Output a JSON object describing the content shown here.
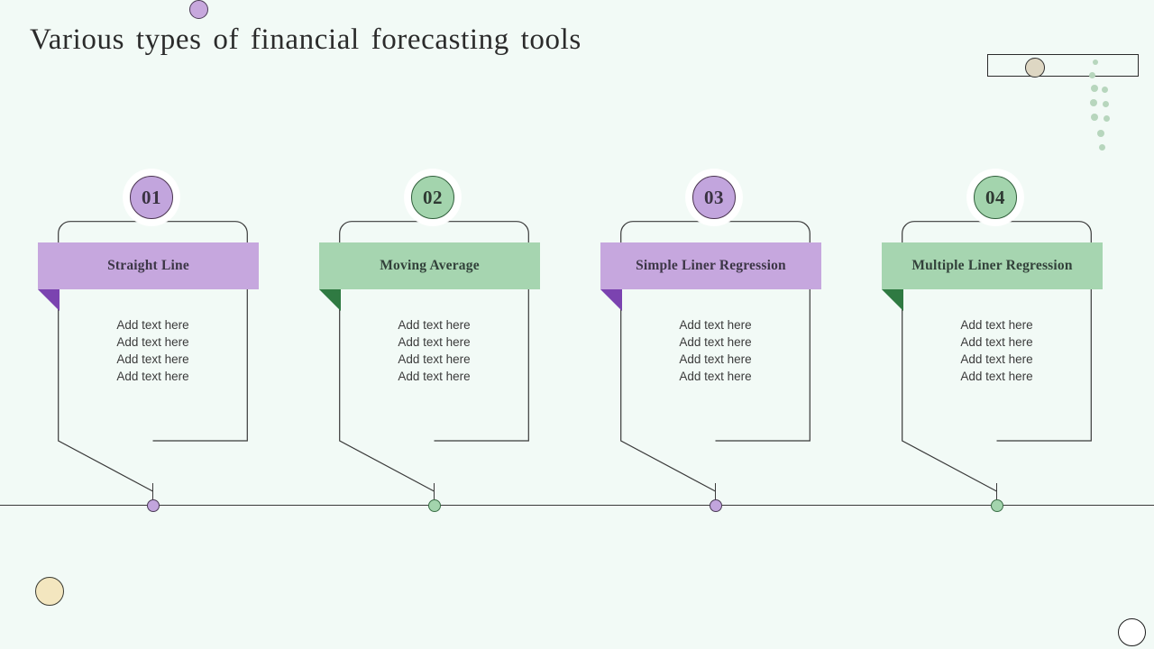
{
  "slide": {
    "title": "Various types of financial forecasting tools",
    "background_color": "#f2faf6",
    "accent_purple": "#c6a7de",
    "accent_green": "#a6d5b0",
    "fold_purple": "#7b43b0",
    "fold_green": "#2f7a42",
    "line_color": "#3a3a3a"
  },
  "decorations": {
    "top_circle_color": "#c7a8dd",
    "rect_circle_color": "#ded7c3",
    "dot_trail_color": "#b7d6bd",
    "bottom_circle_color": "#f3e6bf",
    "corner_circle_color": "#ffffff"
  },
  "cards": [
    {
      "number": "01",
      "theme": "purple",
      "title": "Straight Line",
      "lines": [
        "Add text here",
        "Add text here",
        "Add text here",
        "Add text here"
      ]
    },
    {
      "number": "02",
      "theme": "green",
      "title": "Moving Average",
      "lines": [
        "Add text here",
        "Add text here",
        "Add text here",
        "Add text here"
      ]
    },
    {
      "number": "03",
      "theme": "purple",
      "title": "Simple Liner Regression",
      "lines": [
        "Add text here",
        "Add text here",
        "Add text here",
        "Add text here"
      ]
    },
    {
      "number": "04",
      "theme": "green",
      "title": "Multiple Liner Regression",
      "lines": [
        "Add text here",
        "Add text here",
        "Add text here",
        "Add text here"
      ]
    }
  ]
}
